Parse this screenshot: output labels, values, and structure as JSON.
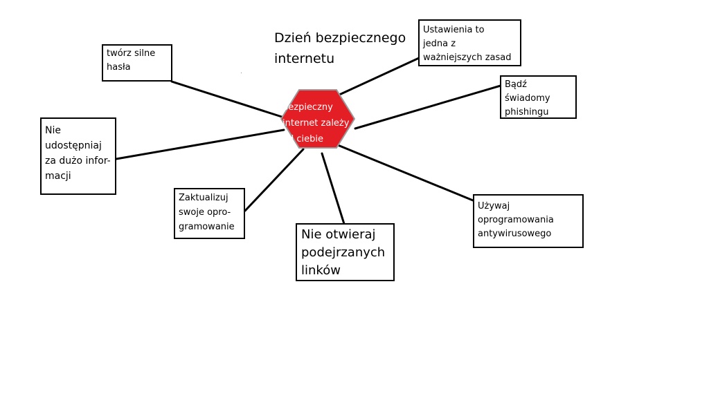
{
  "title": "Dzień bezpiecznego\ninternetu",
  "center": {
    "text": "bezpieczny\ninternet zależy\nod ciebie",
    "fill_color": "#e31e24",
    "border_color": "#9a9a9a"
  },
  "nodes": {
    "passwords": "twórz silne\nhasła",
    "share": "Nie\nudostępniaj\nza dużo infor-\nmacji",
    "update": "Zaktualizuj\nswoje opro-\ngramowanie",
    "links": "Nie otwieraj\npodejrzanych\nlinków",
    "settings": "Ustawienia to\njedna z\nważniejszych zasad",
    "phishing": "Bądź świadomy\nphishingu",
    "antivirus": "Używaj\noprogramowania\nantywirusowego"
  },
  "colors": {
    "background": "#ffffff",
    "lines": "#000000",
    "box_border": "#000000"
  }
}
